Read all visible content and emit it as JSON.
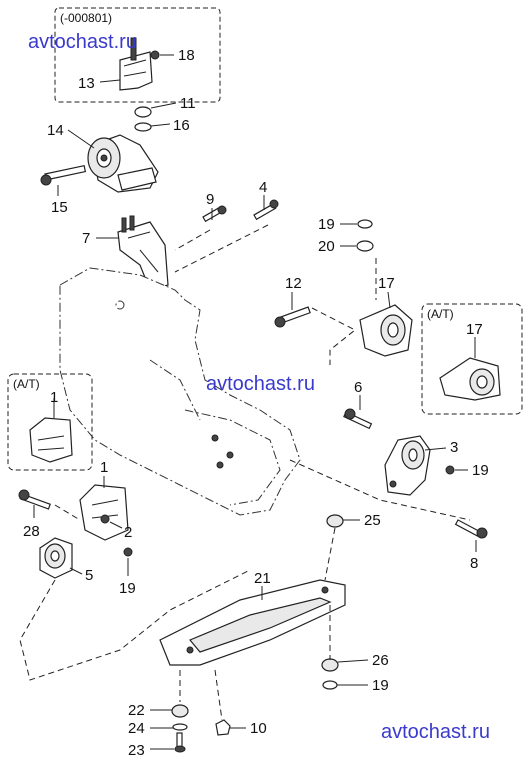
{
  "watermark": {
    "top": "avtochast.ru",
    "middle": "avtochast.ru",
    "bottom": "avtochast.ru",
    "color": "#3a3acd"
  },
  "notes": {
    "serial_range": "(-000801)",
    "at_right": "(A/T)",
    "at_left": "(A/T)"
  },
  "callouts": {
    "n1": "1",
    "n1b": "1",
    "n2": "2",
    "n3": "3",
    "n4": "4",
    "n5": "5",
    "n6": "6",
    "n7": "7",
    "n8": "8",
    "n9": "9",
    "n10": "10",
    "n11": "11",
    "n12": "12",
    "n13": "13",
    "n14": "14",
    "n15": "15",
    "n16": "16",
    "n17": "17",
    "n17b": "17",
    "n18": "18",
    "n19a": "19",
    "n19b": "19",
    "n19c": "19",
    "n19d": "19",
    "n20": "20",
    "n21": "21",
    "n22": "22",
    "n23": "23",
    "n24": "24",
    "n25": "25",
    "n26": "26",
    "n28": "28"
  }
}
